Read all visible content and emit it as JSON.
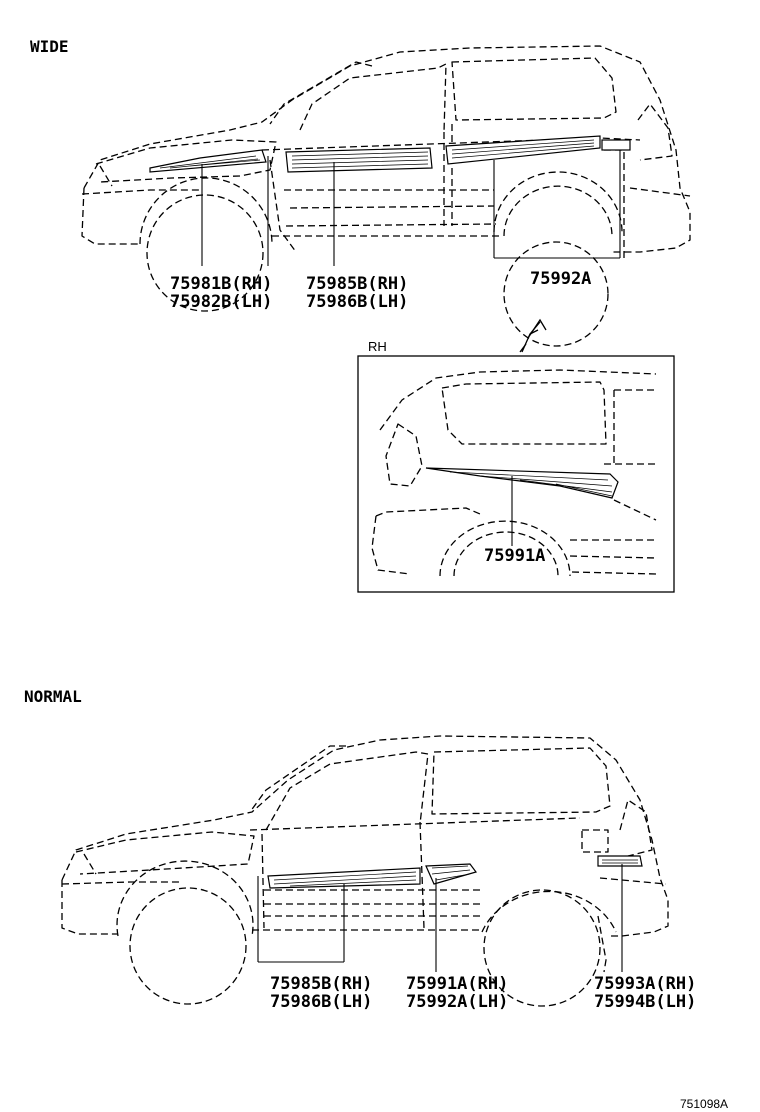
{
  "sections": {
    "wide": "WIDE",
    "normal": "NORMAL"
  },
  "wide_parts": {
    "p1_rh": "75981B(RH)",
    "p1_lh": "75982B(LH)",
    "p2_rh": "75985B(RH)",
    "p2_lh": "75986B(LH)",
    "p3": "75992A"
  },
  "detail": {
    "side": "RH",
    "part": "75991A"
  },
  "normal_parts": {
    "p1_rh": "75985B(RH)",
    "p1_lh": "75986B(LH)",
    "p2_rh": "75991A(RH)",
    "p2_lh": "75992A(LH)",
    "p3_rh": "75993A(RH)",
    "p3_lh": "75994B(LH)"
  },
  "figure_code": "751098A"
}
